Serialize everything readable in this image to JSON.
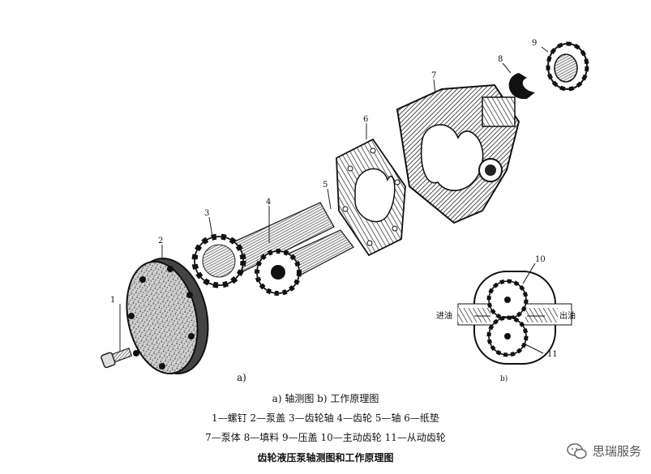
{
  "figure": {
    "labels": [
      "1",
      "2",
      "3",
      "4",
      "5",
      "6",
      "7",
      "8",
      "9",
      "10",
      "11"
    ],
    "sub_a": "a)",
    "sub_b": "b)",
    "inlet": "进油",
    "outlet": "出油"
  },
  "caption": {
    "line1": "a) 轴测图   b) 工作原理图",
    "line2": "1—螺钉   2—泵盖   3—齿轮轴   4—齿轮   5—轴   6—纸垫",
    "line3": "7—泵体   8—填料   9—压盖   10—主动齿轮   11—从动齿轮",
    "title": "齿轮液压泵轴测图和工作原理图"
  },
  "watermark": {
    "text": "思瑞服务",
    "icon": "wechat-icon"
  }
}
